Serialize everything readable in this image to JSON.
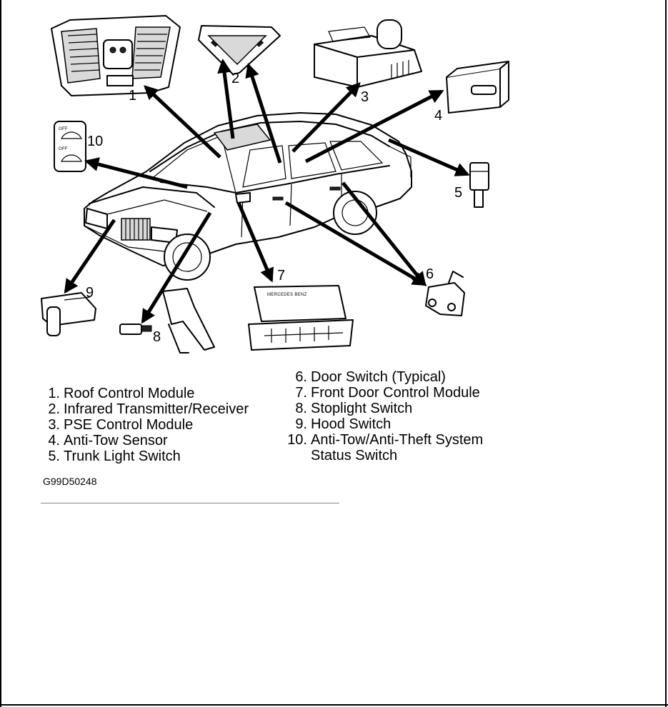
{
  "figure": {
    "id": "G99D50248",
    "callouts": [
      "1",
      "2",
      "3",
      "4",
      "5",
      "6",
      "7",
      "8",
      "9",
      "10"
    ],
    "ecu_brand": "MERCEDES BENZ"
  },
  "legend": {
    "left": [
      {
        "num": "1.",
        "text": "Roof Control Module"
      },
      {
        "num": "2.",
        "text": "Infrared Transmitter/Receiver"
      },
      {
        "num": "3.",
        "text": "PSE Control Module"
      },
      {
        "num": "4.",
        "text": "Anti-Tow Sensor"
      },
      {
        "num": "5.",
        "text": "Trunk Light Switch"
      }
    ],
    "right": [
      {
        "num": "6.",
        "text": "Door Switch (Typical)"
      },
      {
        "num": "7.",
        "text": "Front Door Control Module"
      },
      {
        "num": "8.",
        "text": "Stoplight Switch"
      },
      {
        "num": "9.",
        "text": "Hood Switch"
      },
      {
        "num": "10.",
        "text": "Anti-Tow/Anti-Theft System"
      }
    ],
    "right_continuation": "Status Switch"
  },
  "switch_labels": {
    "top": "OFF",
    "bottom": "OFF"
  }
}
